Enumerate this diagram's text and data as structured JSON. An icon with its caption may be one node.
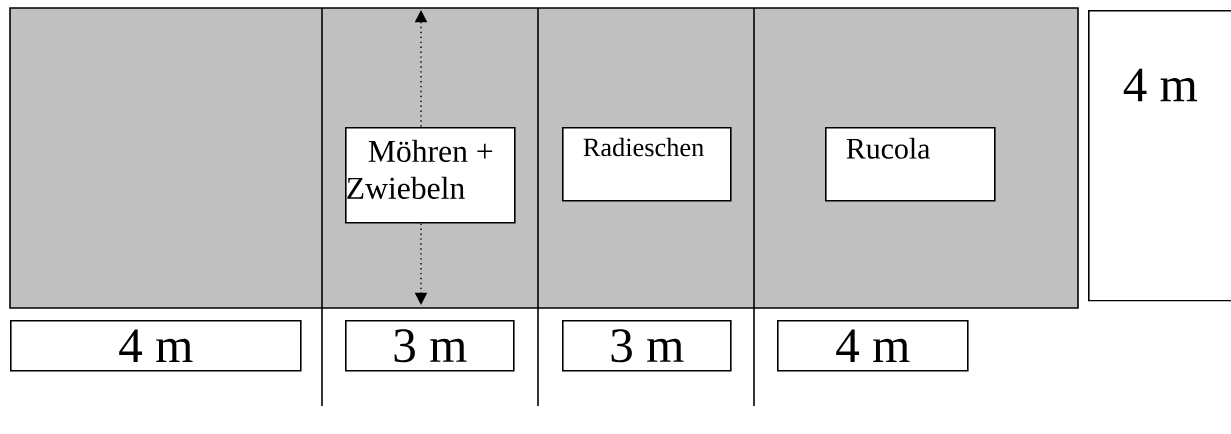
{
  "diagram": {
    "nodes": [
      {
        "text": [
          "Möhren + Zwiebeln"
        ]
      },
      {
        "text": [
          "Radieschen"
        ]
      },
      {
        "text": [
          "Rucola"
        ]
      },
      {
        "text": [
          "4 m"
        ]
      },
      {
        "text": [
          "4 m"
        ]
      },
      {
        "text": [
          "3 m"
        ]
      },
      {
        "text": [
          "3 m"
        ]
      },
      {
        "text": [
          "4 m"
        ]
      }
    ]
  }
}
